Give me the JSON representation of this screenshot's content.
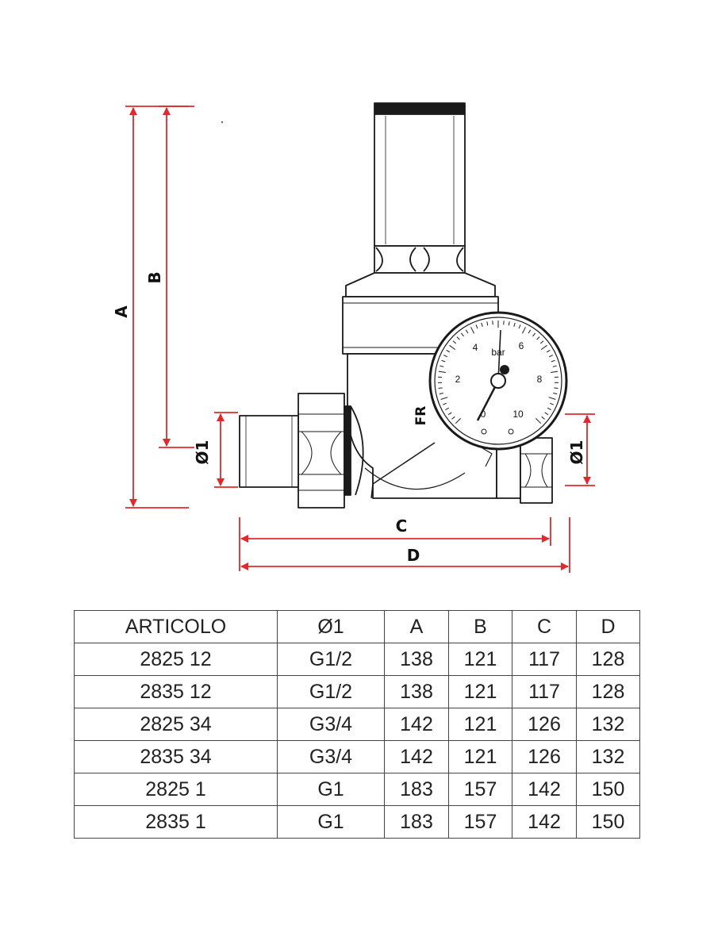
{
  "colors": {
    "dimension": "#e0292b",
    "line": "#1a1a1a",
    "table_border": "#444444"
  },
  "drawing": {
    "dimension_labels": {
      "a": "A",
      "b": "B",
      "c": "C",
      "d": "D",
      "diameter_left": "Ø1",
      "diameter_right": "Ø1"
    },
    "brand_mark": "FR",
    "gauge": {
      "unit": "bar",
      "scale_labels": [
        "0",
        "2",
        "4",
        "6",
        "8",
        "10"
      ]
    }
  },
  "table": {
    "headers": [
      "ARTICOLO",
      "Ø1",
      "A",
      "B",
      "C",
      "D"
    ],
    "rows": [
      [
        "2825 12",
        "G1/2",
        "138",
        "121",
        "117",
        "128"
      ],
      [
        "2835 12",
        "G1/2",
        "138",
        "121",
        "117",
        "128"
      ],
      [
        "2825 34",
        "G3/4",
        "142",
        "121",
        "126",
        "132"
      ],
      [
        "2835 34",
        "G3/4",
        "142",
        "121",
        "126",
        "132"
      ],
      [
        "2825 1",
        "G1",
        "183",
        "157",
        "142",
        "150"
      ],
      [
        "2835 1",
        "G1",
        "183",
        "157",
        "142",
        "150"
      ]
    ]
  }
}
